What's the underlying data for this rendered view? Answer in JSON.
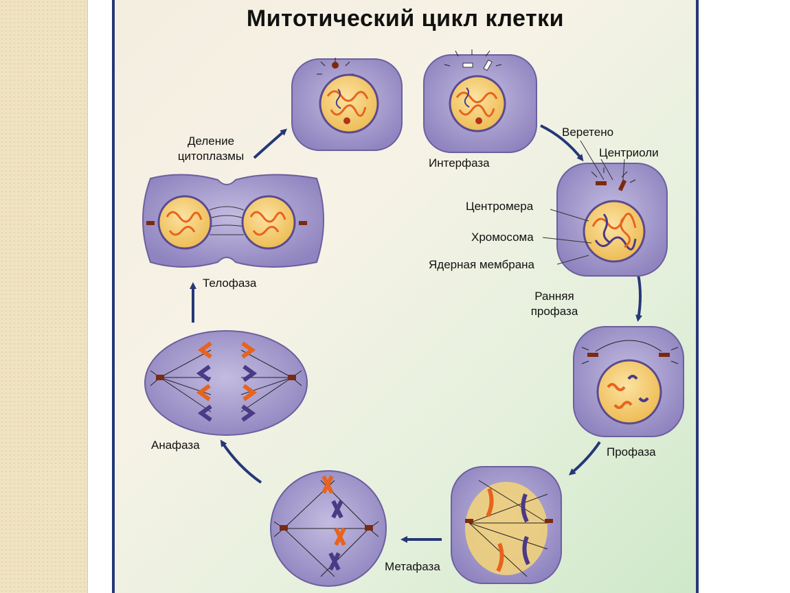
{
  "title": "Митотический цикл клетки",
  "labels": {
    "cytokinesis_line1": "Деление",
    "cytokinesis_line2": "цитоплазмы",
    "interphase": "Интерфаза",
    "spindle": "Веретено",
    "centrioles": "Центриоли",
    "centromere": "Центромера",
    "chromosome": "Хромосома",
    "nuclear_membrane": "Ядерная мембрана",
    "early_prophase_line1": "Ранняя",
    "early_prophase_line2": "профаза",
    "prophase": "Профаза",
    "metaphase": "Метафаза",
    "anaphase": "Анафаза",
    "telophase": "Телофаза"
  },
  "colors": {
    "frame": "#253778",
    "arrow": "#253778",
    "cell_fill": "#9d92c7",
    "cell_edge": "#6c5f9e",
    "nucleus_fill": "#f1c564",
    "chromatin_orange": "#e8631e",
    "chromatin_purple": "#4b3a86",
    "background_left": "#efe3c2"
  }
}
